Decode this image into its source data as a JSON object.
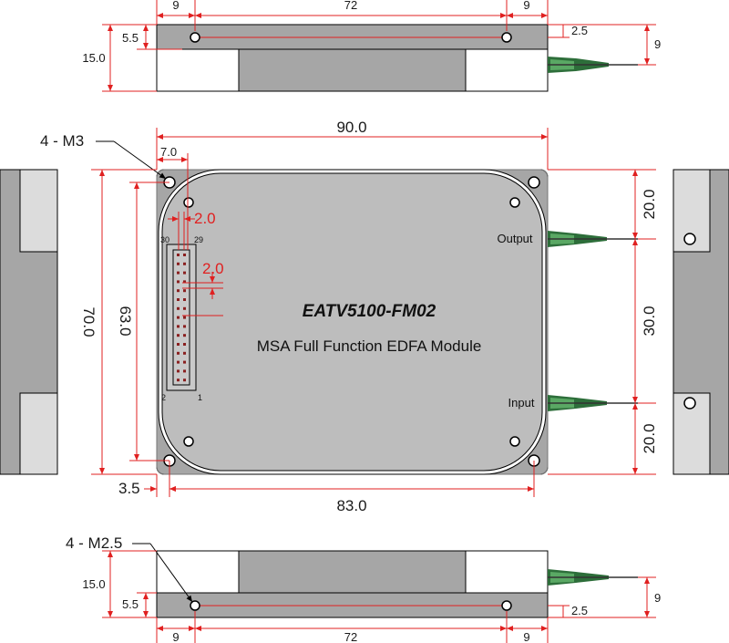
{
  "top_view": {
    "dim_left": "9",
    "dim_middle": "72",
    "dim_right": "9",
    "dim_hole_offset": "5.5",
    "dim_height": "15.0",
    "dim_fiber_gap": "2.5",
    "dim_fiber_height": "9"
  },
  "main_view": {
    "screw_label": "4 - M3",
    "dim_total_width": "90.0",
    "dim_connector_offset": "7.0",
    "dim_pin_pitch_x": "2.0",
    "dim_pin_pitch_y": "2.0",
    "dim_total_height": "70.0",
    "dim_hole_span_y": "63.0",
    "dim_edge_offset": "3.5",
    "dim_hole_span_x": "83.0",
    "dim_port_top": "20.0",
    "dim_port_between": "30.0",
    "dim_port_bottom": "20.0",
    "model_name": "EATV5100-FM02",
    "description": "MSA  Full Function EDFA Module",
    "output_label": "Output",
    "input_label": "Input",
    "pin_30": "30",
    "pin_29": "29",
    "pin_2": "2",
    "pin_1": "1"
  },
  "bottom_view": {
    "screw_label": "4 - M2.5",
    "dim_height": "15.0",
    "dim_hole_offset": "5.5",
    "dim_left": "9",
    "dim_middle": "72",
    "dim_right": "9",
    "dim_fiber_gap": "2.5",
    "dim_fiber_height": "9"
  }
}
